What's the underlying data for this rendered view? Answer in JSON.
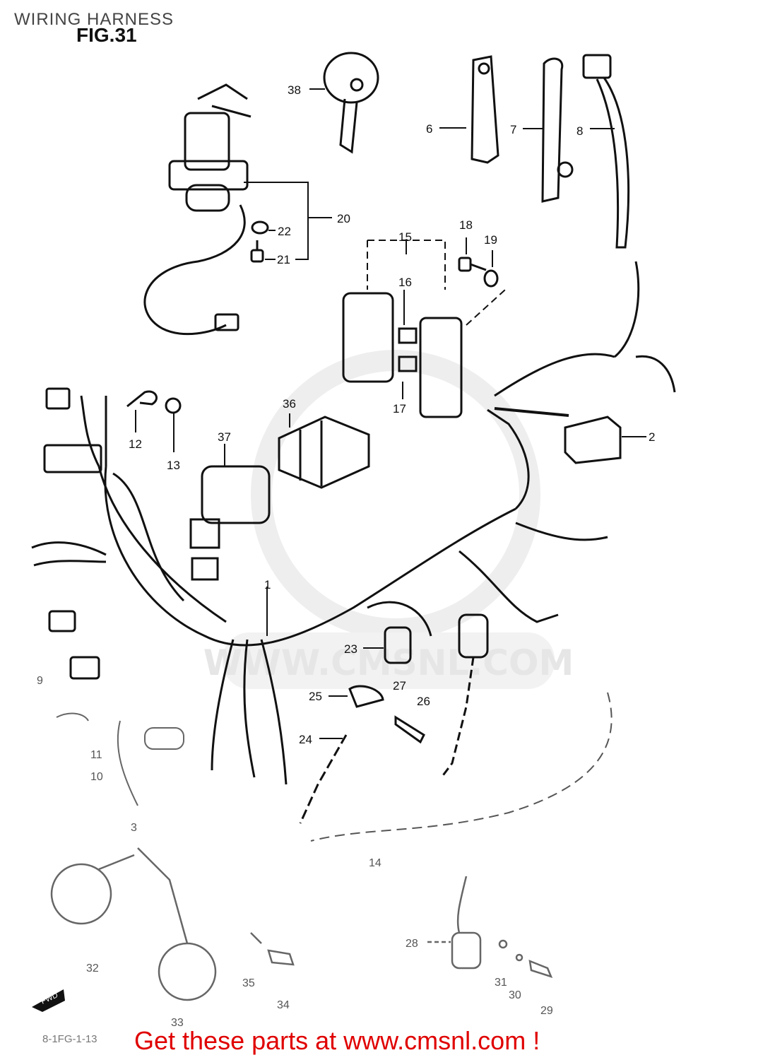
{
  "page": {
    "title": "WIRING HARNESS",
    "figure": "FIG.31"
  },
  "watermark": {
    "text": "WWW.CMSNL.COM",
    "color": "#e6e6e6"
  },
  "footer": {
    "call_to_action": "Get these parts at www.cmsnl.com !",
    "cta_color": "#e00000",
    "code": "8-1FG-1-13"
  },
  "parts": {
    "p1": "1",
    "p2": "2",
    "p3": "3",
    "p6": "6",
    "p7": "7",
    "p8": "8",
    "p9": "9",
    "p10": "10",
    "p11": "11",
    "p12": "12",
    "p13": "13",
    "p14": "14",
    "p15": "15",
    "p16": "16",
    "p17": "17",
    "p18": "18",
    "p19": "19",
    "p20": "20",
    "p21": "21",
    "p22": "22",
    "p23": "23",
    "p24": "24",
    "p25": "25",
    "p26": "26",
    "p27": "27",
    "p28": "28",
    "p29": "29",
    "p30": "30",
    "p31": "31",
    "p32": "32",
    "p33": "33",
    "p34": "34",
    "p35": "35",
    "p36": "36",
    "p37": "37",
    "p38": "38"
  },
  "fwd_marker": "FWD"
}
